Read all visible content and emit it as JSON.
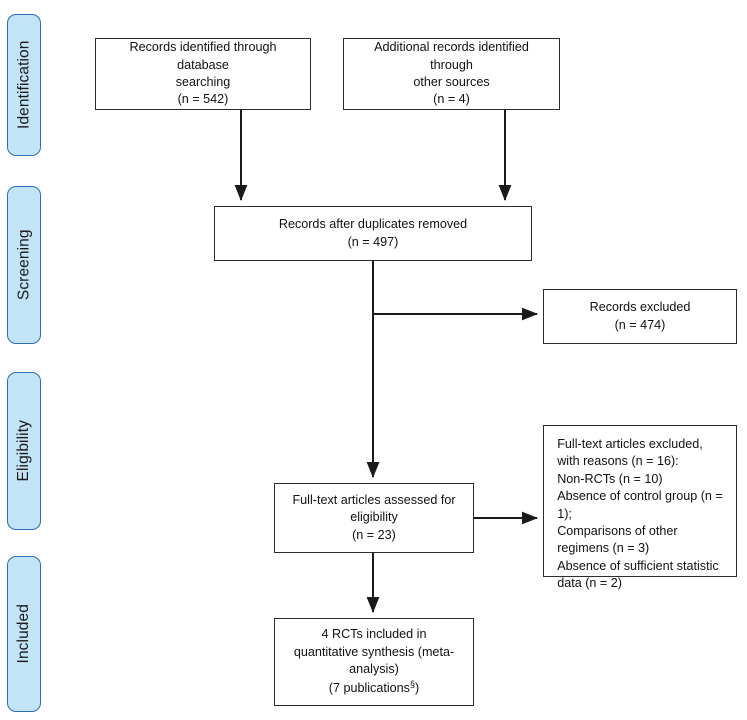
{
  "diagram": {
    "title": "PRISMA study selection flow diagram",
    "colors": {
      "stage_fill": "#c3e4f7",
      "stage_border": "#2a6ebb",
      "box_border": "#2c2c2c",
      "box_fill": "#ffffff",
      "connector": "#1a1a1a",
      "text": "#111111"
    }
  },
  "stages": [
    {
      "id": "identification",
      "label": "Identification"
    },
    {
      "id": "screening",
      "label": "Screening"
    },
    {
      "id": "eligibility",
      "label": "Eligibility"
    },
    {
      "id": "included",
      "label": "Included"
    }
  ],
  "boxes": {
    "records_identified": {
      "line1": "Records identified through database",
      "line2": "searching",
      "count_line": "(n = 542)",
      "n": 542,
      "text": "Records identified through database\nsearching\n(n = 542)"
    },
    "additional_records": {
      "line1": "Additional records identified through",
      "line2": "other sources",
      "count_line": "(n = 4)",
      "n": 4,
      "text": "Additional records identified through\nother sources\n(n = 4)"
    },
    "duplicates_removed": {
      "line1": "Records after duplicates removed",
      "count_line": "(n = 497)",
      "n": 497,
      "text": "Records after duplicates removed\n(n = 497)"
    },
    "records_excluded": {
      "line1": "Records excluded",
      "count_line": "(n = 474)",
      "n": 474,
      "text": "Records excluded\n(n = 474)"
    },
    "fulltext_assessed": {
      "line1": "Full-text articles assessed for",
      "line2": "eligibility",
      "count_line": "(n = 23)",
      "n": 23,
      "text": "Full-text articles assessed for\neligibility\n(n = 23)"
    },
    "fulltext_excluded": {
      "heading": "Full-text articles excluded,",
      "reasons_total_line": "with reasons (n = 16):",
      "n_total": 16,
      "reasons": [
        {
          "label": "Non-RCTs",
          "n": 10,
          "line": "Non-RCTs (n = 10)"
        },
        {
          "label": "Absence of control group",
          "n": 1,
          "line": "Absence of control group (n = 1);"
        },
        {
          "label": "Comparisons of other regimens",
          "n": 3,
          "line": "Comparisons of other regimens (n = 3)"
        },
        {
          "label": "Absence of sufficient statistic data",
          "n": 2,
          "line": "Absence of sufficient statistic data (n = 2)"
        }
      ],
      "text": "Full-text articles excluded,\nwith reasons (n = 16):\nNon-RCTs (n = 10)\nAbsence of control group (n =\n1);\nComparisons of other\nregimens (n = 3)\nAbsence of sufficient statistic\ndata (n = 2)"
    },
    "included_synthesis": {
      "line1": "4 RCTs included in",
      "line2": "quantitative synthesis (meta-",
      "line3": "analysis)",
      "line4_prefix": "(7 publications",
      "line4_superscript": "§",
      "line4_suffix": ")",
      "n_rcts": 4,
      "n_publications": 7,
      "text": "4 RCTs included in\nquantitative synthesis (meta-\nanalysis)\n(7 publications§)"
    }
  },
  "connectors": [
    {
      "id": "identified-to-duplicates",
      "from": "records_identified",
      "to": "duplicates_removed",
      "type": "arrow-down"
    },
    {
      "id": "additional-to-duplicates",
      "from": "additional_records",
      "to": "duplicates_removed",
      "type": "arrow-down"
    },
    {
      "id": "duplicates-to-excluded",
      "from": "duplicates_removed",
      "to": "records_excluded",
      "type": "arrow-right"
    },
    {
      "id": "duplicates-to-fulltext",
      "from": "duplicates_removed",
      "to": "fulltext_assessed",
      "type": "arrow-down"
    },
    {
      "id": "fulltext-to-excluded",
      "from": "fulltext_assessed",
      "to": "fulltext_excluded",
      "type": "arrow-right"
    },
    {
      "id": "fulltext-to-included",
      "from": "fulltext_assessed",
      "to": "included_synthesis",
      "type": "arrow-down"
    }
  ]
}
